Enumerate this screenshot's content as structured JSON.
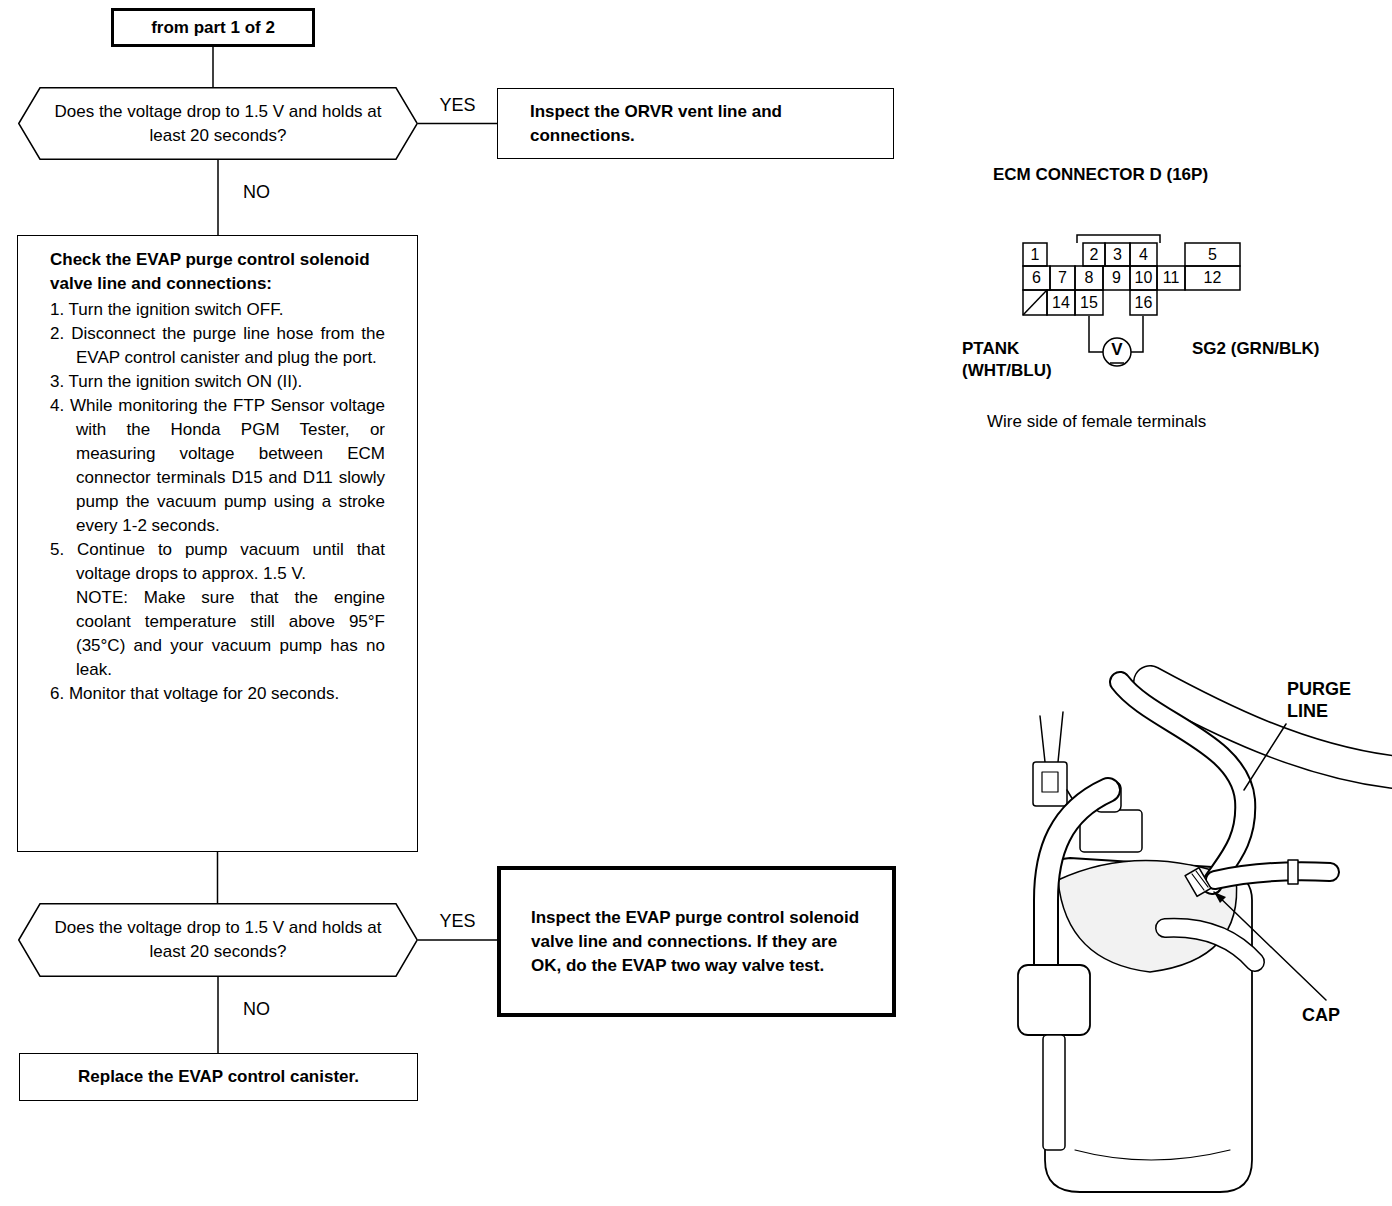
{
  "diagram": {
    "nodes": [
      {
        "text": [
          "from part 1 of 2"
        ]
      },
      {
        "text": [
          "Does the voltage drop to 1.5 V and holds at least 20 seconds?"
        ]
      },
      {
        "text": [
          "Inspect the ORVR vent line and connections."
        ]
      },
      {
        "text": [
          "Check the EVAP purge control solenoid valve line and connections:",
          "1. Turn the ignition switch OFF.",
          "2. Disconnect the purge line hose from the EVAP control canister and plug the port.",
          "3. Turn the ignition switch ON (II).",
          "4. While monitoring the FTP Sensor voltage with the Honda PGM Tester, or measuring voltage between ECM connector terminals D15 and D11 slowly pump the vacuum pump using a stroke every 1-2 seconds.",
          "5. Continue to pump vacuum until that voltage drops to approx. 1.5 V.",
          "NOTE: Make sure that the engine coolant temperature still above 95°F (35°C) and your vacuum pump has no leak.",
          "6. Monitor that voltage for 20 seconds."
        ]
      },
      {
        "text": [
          "Does the voltage drop to 1.5 V and holds at least 20 seconds?"
        ]
      },
      {
        "text": [
          "Inspect the EVAP purge control solenoid valve line and connections. If they are OK, do the EVAP two way valve test."
        ]
      },
      {
        "text": [
          "Replace the EVAP control canister."
        ]
      }
    ],
    "edges": [
      {
        "from": 0,
        "to": 1,
        "arrow": "none"
      },
      {
        "from": 1,
        "to": 2,
        "label": "YES",
        "arrow": "none"
      },
      {
        "from": 1,
        "to": 3,
        "label": "NO",
        "arrow": "none"
      },
      {
        "from": 3,
        "to": 4,
        "arrow": "none"
      },
      {
        "from": 4,
        "to": 5,
        "label": "YES",
        "arrow": "none"
      },
      {
        "from": 4,
        "to": 6,
        "label": "NO",
        "arrow": "none"
      }
    ],
    "labels": [
      "ECM CONNECTOR D (16P)",
      "1",
      "2",
      "3",
      "4",
      "5",
      "6",
      "7",
      "8",
      "9",
      "10",
      "11",
      "12",
      "14",
      "15",
      "16",
      "V",
      "PTANK (WHT/BLU)",
      "SG2 (GRN/BLK)",
      "Wire side of female terminals",
      "PURGE LINE",
      "CAP"
    ]
  }
}
